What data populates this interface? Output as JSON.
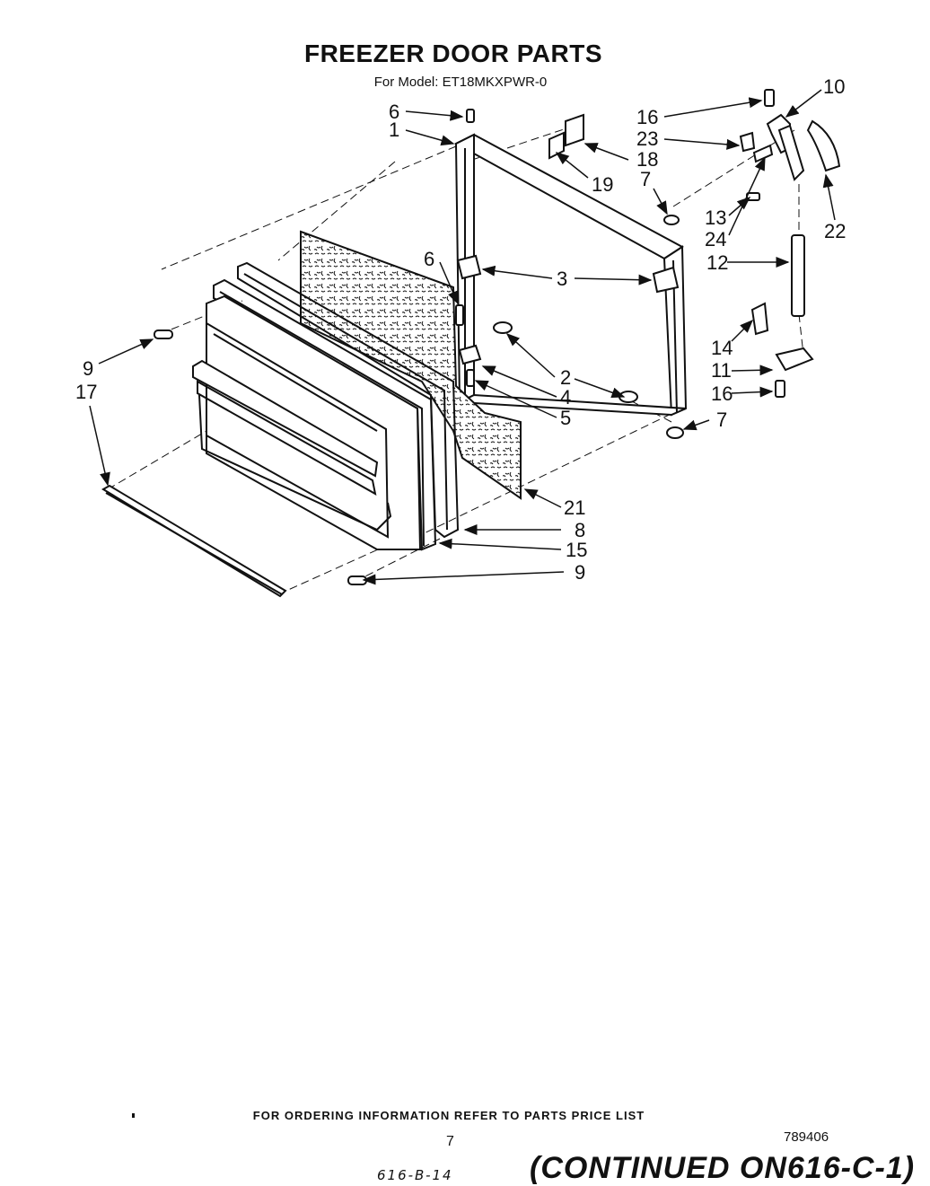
{
  "header": {
    "title": "FREEZER DOOR PARTS",
    "subtitle": "For Model: ET18MKXPWR-0"
  },
  "callouts": {
    "c6_top": "6",
    "c1": "1",
    "c16_top": "16",
    "c10": "10",
    "c23": "23",
    "c18": "18",
    "c19": "19",
    "c7_top": "7",
    "c13": "13",
    "c24": "24",
    "c22": "22",
    "c12": "12",
    "c6_mid": "6",
    "c3": "3",
    "c14": "14",
    "c11": "11",
    "c16_bottom": "16",
    "c9_left": "9",
    "c17": "17",
    "c2": "2",
    "c4": "4",
    "c5": "5",
    "c7_bottom": "7",
    "c21": "21",
    "c8": "8",
    "c15": "15",
    "c9_bottom": "9"
  },
  "footer": {
    "ordering_note": "FOR ORDERING INFORMATION REFER TO PARTS PRICE LIST",
    "page_number": "7",
    "document_number": "789406",
    "handwritten_ref": "616-B-14",
    "continued_note": "(CONTINUED ON616-C-1)"
  },
  "colors": {
    "ink": "#111111",
    "paper": "#ffffff"
  }
}
